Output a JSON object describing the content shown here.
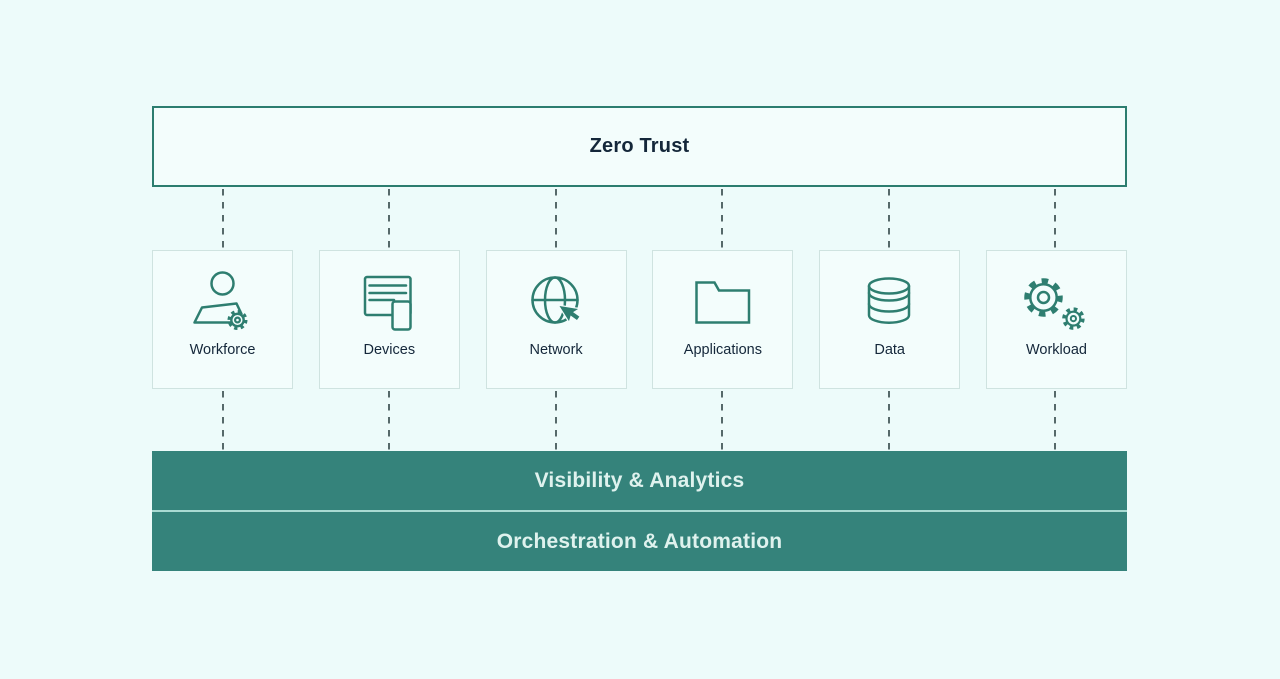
{
  "diagram": {
    "title": "Zero Trust",
    "pillars": [
      {
        "label": "Workforce",
        "icon": "person-with-gear-icon"
      },
      {
        "label": "Devices",
        "icon": "desktop-and-phone-icon"
      },
      {
        "label": "Network",
        "icon": "globe-with-cursor-icon"
      },
      {
        "label": "Applications",
        "icon": "folder-icon"
      },
      {
        "label": "Data",
        "icon": "database-icon"
      },
      {
        "label": "Workload",
        "icon": "double-gears-icon"
      }
    ],
    "layers": [
      {
        "label": "Visibility & Analytics"
      },
      {
        "label": "Orchestration & Automation"
      }
    ],
    "colors": {
      "background": "#edfbfa",
      "panel_fill": "#f3fdfc",
      "panel_border": "#cfe3e0",
      "outline_teal": "#2c7d6f",
      "icon_teal": "#2e7e70",
      "bar_fill": "#35837b",
      "bar_divider": "#a9dad2",
      "bar_text": "#dff2ee",
      "heading_text": "#14273a",
      "connector": "#56696a"
    }
  }
}
